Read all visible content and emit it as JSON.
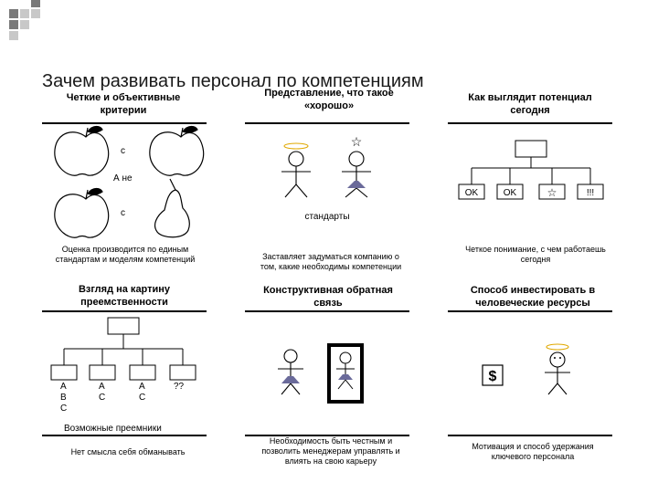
{
  "title": "Зачем развивать персонал по компетенциям",
  "top": {
    "col1_header": "Четкие и объективные критерии",
    "col2_header": "Представление, что такое «хорошо»",
    "col3_header": "Как выглядит потенциал сегодня",
    "apples": {
      "label_top": "с",
      "label_mid": "А не",
      "label_bottom": "с"
    },
    "standards_label": "стандарты",
    "star": "☆",
    "org_boxes": [
      "OK",
      "OK",
      "☆",
      "!!!"
    ]
  },
  "middle": {
    "col1_caption": "Оценка производится по единым стандартам и моделям компетенций",
    "col2_caption": "Заставляет задуматься компанию о том, какие необходимы компетенции",
    "col3_caption": "Четкое понимание, с чем работаешь сегодня",
    "col1_header": "Взгляд на картину преемственности",
    "col2_header": "Конструктивная обратная связь",
    "col3_header": "Способ инвестировать в человеческие ресурсы"
  },
  "bottom": {
    "successor_boxes": [
      "А\nВ\nС",
      "А\nС",
      "А\nС",
      "??"
    ],
    "successors_label": "Возможные преемники",
    "money_symbol": "$",
    "col1_caption": "Нет смысла себя обманывать",
    "col2_caption": "Необходимость быть честным и позволить менеджерам управлять и влиять на свою карьеру",
    "col3_caption": "Мотивация и способ удержания ключевого персонала"
  }
}
